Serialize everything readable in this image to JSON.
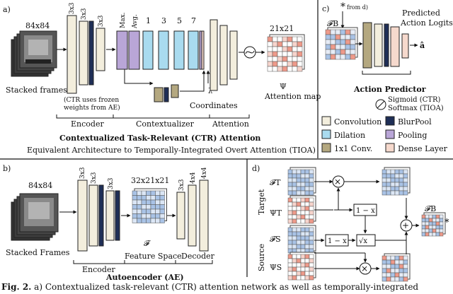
{
  "colors": {
    "conv": "#f3eedd",
    "blurpool": "#1f2f57",
    "dilation": "#a9dbef",
    "pooling": "#b9a6d7",
    "conv1x1": "#b4a880",
    "dense": "#f6d9cd",
    "grid_blue": "#a9c3e6",
    "grid_red": "#ee9a8a"
  },
  "panel_a": {
    "tag": "a)",
    "input_size": "84x84",
    "input_label": "Stacked frames",
    "k1": "3x3",
    "k2": "3x3",
    "k3": "3x3",
    "pool1": "Max.",
    "pool2": "Avg.",
    "d1": "1",
    "d2": "3",
    "d3": "5",
    "d4": "7",
    "out_size": "21x21",
    "psi": "Ψ",
    "out_label": "Attention map",
    "frozen_note_1": "(CTR uses frozen",
    "frozen_note_2": "weights from AE)",
    "lambda": "λ",
    "coords": "Coordinates",
    "sec_encoder": "Encoder",
    "sec_context": "Contextualizer",
    "sec_attention": "Attention",
    "title": "Contextualized Task-Relevant (CTR) Attention",
    "subtitle": "Equivalent Architecture to Temporally-Integrated Overt Attention (TIOA)"
  },
  "panel_b": {
    "tag": "b)",
    "input_size": "84x84",
    "input_label": "Stacked Frames",
    "k1": "3x3",
    "k2": "3x3",
    "k3": "3x3",
    "feat_size": "32x21x21",
    "feat_symbol": "𝓕",
    "k4": "3x3",
    "k5": "4x4",
    "k6": "4x4",
    "sec_encoder": "Encoder",
    "sec_feature": "Feature Space",
    "sec_decoder": "Decoder",
    "title": "Autoencoder (AE)"
  },
  "panel_c": {
    "tag": "c)",
    "star_note": "*",
    "star_from": "from d)",
    "fb": "𝓕B",
    "pred_1": "Predicted",
    "pred_2": "Action Logits",
    "a_hat": "â",
    "title": "Action Predictor",
    "sig_1": "Sigmoid (CTR)",
    "sig_2": "Softmax (TIOA)",
    "legend": [
      {
        "label": "Convolution",
        "color": "#f3eedd"
      },
      {
        "label": "BlurPool",
        "color": "#1f2f57"
      },
      {
        "label": "Dilation",
        "color": "#a9dbef"
      },
      {
        "label": "Pooling",
        "color": "#b9a6d7"
      },
      {
        "label": "1x1 Conv.",
        "color": "#b4a880"
      },
      {
        "label": "Dense Layer",
        "color": "#f6d9cd"
      }
    ]
  },
  "panel_d": {
    "tag": "d)",
    "ft": "𝓕T",
    "psit": "ΨT",
    "fs": "𝓕S",
    "psis": "ΨS",
    "target": "Target",
    "source": "Source",
    "one_minus_x_1": "1 − x",
    "one_minus_x_2": "1 − x",
    "sqrt": "√x",
    "times": "×",
    "plus": "+",
    "fb": "𝓕B",
    "star": "*"
  },
  "caption": {
    "fig": "Fig. 2.",
    "text": " a) Contextualized task-relevant (CTR) attention network as well as temporally-integrated"
  }
}
